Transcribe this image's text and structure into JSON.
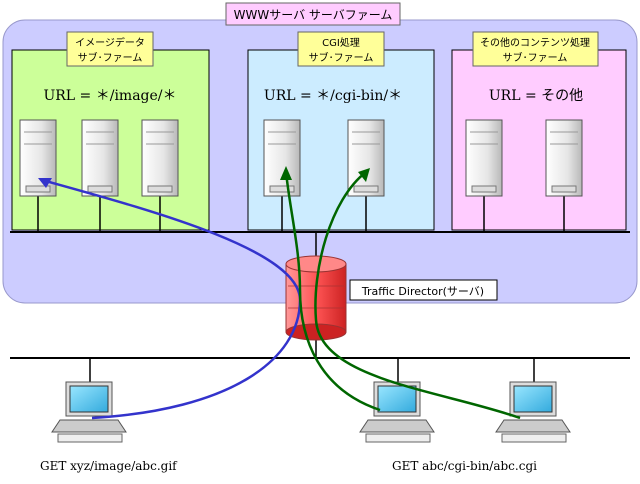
{
  "farm_title": "WWWサーバ サーバファーム",
  "subfarms": [
    {
      "label_line1": "イメージデータ",
      "label_line2": "サブ･ファーム",
      "url_rule": "URL = ＊/image/＊",
      "server_count": 3,
      "fill": "#ccff99"
    },
    {
      "label_line1": "CGI処理",
      "label_line2": "サブ･ファーム",
      "url_rule": "URL = ＊/cgi-bin/＊",
      "server_count": 2,
      "fill": "#ccecff"
    },
    {
      "label_line1": "その他のコンテンツ処理",
      "label_line2": "サブ･ファーム",
      "url_rule": "URL = その他",
      "server_count": 2,
      "fill": "#ffccff"
    }
  ],
  "traffic_director_label": "Traffic Director(サーバ)",
  "clients": [
    {
      "request": "GET   xyz/image/abc.gif"
    },
    {
      "request": "GET   abc/cgi-bin/abc.cgi"
    }
  ],
  "colors": {
    "farm_background": "#ccccff",
    "label_box": "#ffff99",
    "director_fill": "#ff6666",
    "image_request_path": "#3333cc",
    "cgi_request_path": "#006600"
  }
}
